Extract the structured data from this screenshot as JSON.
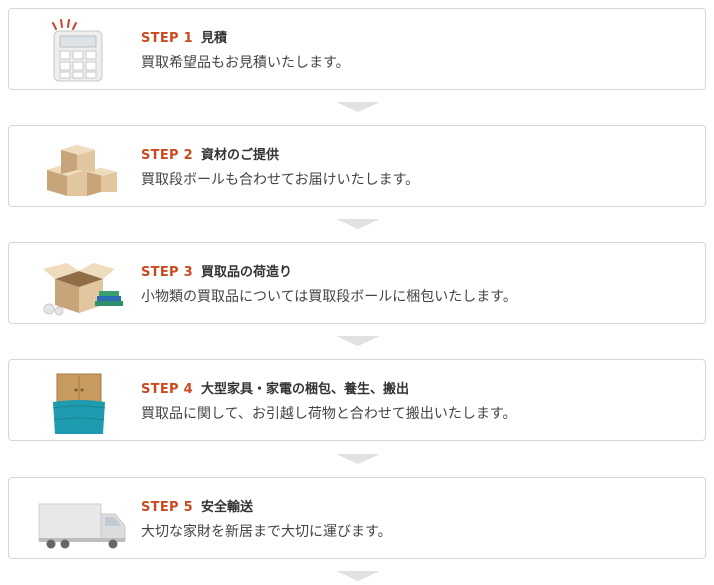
{
  "steps": [
    {
      "step": "STEP 1",
      "title": "見積",
      "desc": "買取希望品もお見積いたします。",
      "icon": "calculator-icon"
    },
    {
      "step": "STEP 2",
      "title": "資材のご提供",
      "desc": "買取段ボールも合わせてお届けいたします。",
      "icon": "boxes-icon"
    },
    {
      "step": "STEP 3",
      "title": "買取品の荷造り",
      "desc": "小物類の買取品については買取段ボールに梱包いたします。",
      "icon": "open-box-icon"
    },
    {
      "step": "STEP 4",
      "title": "大型家具・家電の梱包、養生、搬出",
      "desc": "買取品に関して、お引越し荷物と合わせて搬出いたします。",
      "icon": "wrapped-cabinet-icon"
    },
    {
      "step": "STEP 5",
      "title": "安全輸送",
      "desc": "大切な家財を新居まで大切に運びます。",
      "icon": "truck-icon"
    }
  ],
  "colors": {
    "step_accent": "#c94a1f",
    "border": "#d6d6d6",
    "arrow": "#e1e1e1"
  }
}
